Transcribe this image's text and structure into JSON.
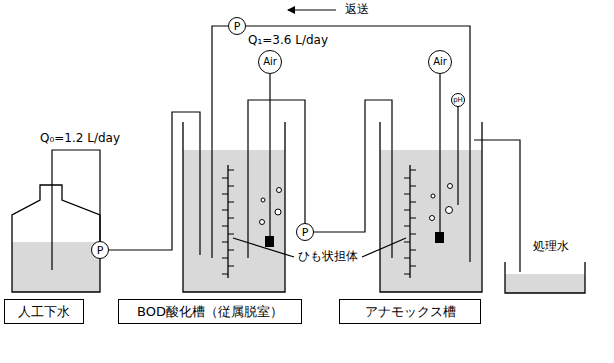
{
  "diagram": {
    "nodes": [
      {
        "text": [
          "P"
        ]
      },
      {
        "text": [
          "Air"
        ]
      },
      {
        "text": [
          "Air"
        ]
      },
      {
        "text": [
          "pH"
        ]
      },
      {
        "text": [
          "P"
        ]
      },
      {
        "text": [
          "P"
        ]
      },
      {
        "text": [
          "人工下水"
        ]
      },
      {
        "text": [
          "BOD酸化槽（従属脱室）"
        ]
      },
      {
        "text": [
          "アナモックス槽"
        ]
      }
    ],
    "labels": [
      "返送",
      "Q₁=3.6 L/day",
      "Q₀=1.2 L/day",
      "ひも状担体",
      "処理水"
    ]
  }
}
